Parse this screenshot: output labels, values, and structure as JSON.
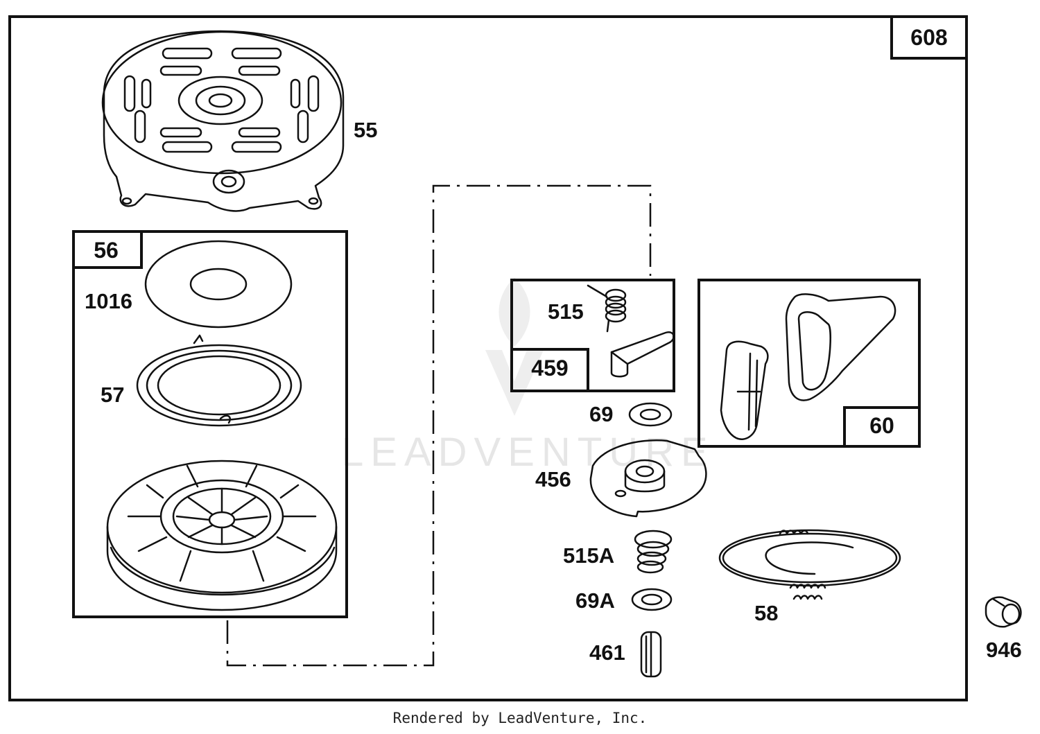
{
  "diagram": {
    "kit_label": "608",
    "watermark": "LEADVENTURE",
    "sub_kits": {
      "recoil_starter": "56",
      "pawl_kit": "459",
      "handle_kit": "60"
    },
    "part_labels": {
      "housing": "55",
      "washer_large": "1016",
      "recoil_spring": "57",
      "spring_515": "515",
      "washer_69": "69",
      "retainer": "456",
      "spring_515a": "515A",
      "washer_69a": "69A",
      "pin": "461",
      "rope": "58",
      "clip": "946"
    }
  },
  "footer": {
    "text": "Rendered by LeadVenture, Inc."
  },
  "colors": {
    "line": "#111111",
    "background": "#ffffff",
    "watermark": "#e6e6e6"
  }
}
